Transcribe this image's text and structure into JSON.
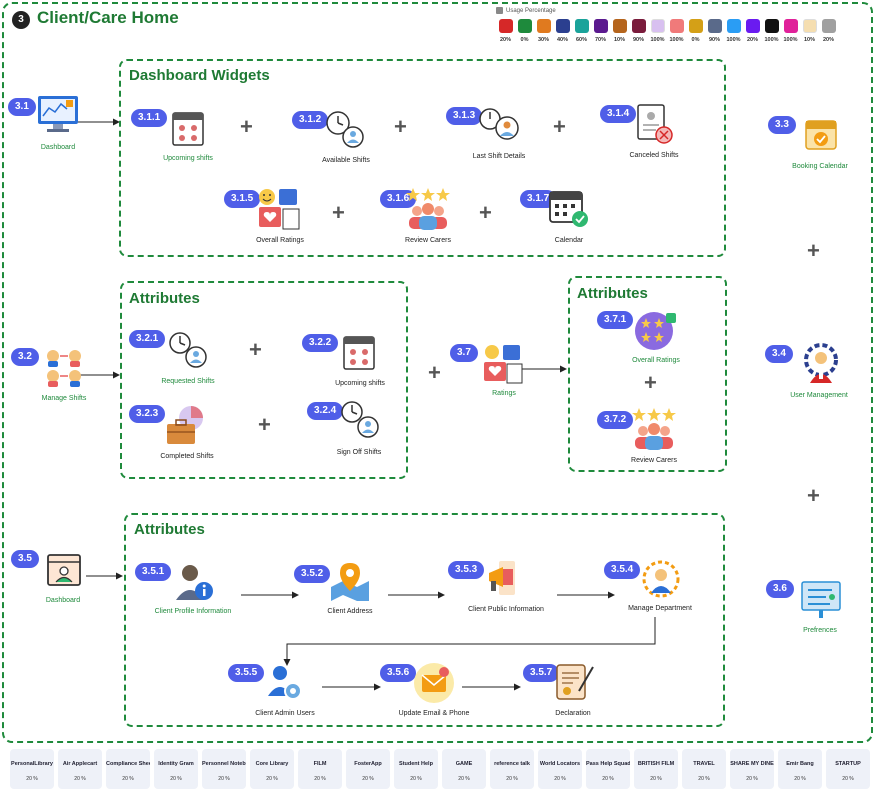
{
  "title": {
    "number": "3",
    "text": "Client/Care Home"
  },
  "legend": {
    "title": "Usage Percentage",
    "items": [
      {
        "color": "#d62828",
        "pct": "20%"
      },
      {
        "color": "#1e8a3c",
        "pct": "0%"
      },
      {
        "color": "#e07a1f",
        "pct": "30%"
      },
      {
        "color": "#2b3f8f",
        "pct": "40%"
      },
      {
        "color": "#1aa39a",
        "pct": "60%"
      },
      {
        "color": "#5b1a8f",
        "pct": "70%"
      },
      {
        "color": "#b5651d",
        "pct": "10%"
      },
      {
        "color": "#7a1c3c",
        "pct": "90%"
      },
      {
        "color": "#d8c0f0",
        "pct": "100%"
      },
      {
        "color": "#f07a7a",
        "pct": "100%"
      },
      {
        "color": "#d4a017",
        "pct": "0%"
      },
      {
        "color": "#5a6a8a",
        "pct": "90%"
      },
      {
        "color": "#2a9df4",
        "pct": "100%"
      },
      {
        "color": "#6a1bf0",
        "pct": "20%"
      },
      {
        "color": "#111111",
        "pct": "100%"
      },
      {
        "color": "#e0219a",
        "pct": "100%"
      },
      {
        "color": "#f5deb0",
        "pct": "10%"
      },
      {
        "color": "#a0a0a0",
        "pct": "20%"
      }
    ]
  },
  "nodes": {
    "n31": {
      "badge": "3.1",
      "label": "Dashboard"
    },
    "n32": {
      "badge": "3.2",
      "label": "Manage Shifts"
    },
    "n33": {
      "badge": "3.3",
      "label": "Booking Calendar"
    },
    "n34": {
      "badge": "3.4",
      "label": "User Management"
    },
    "n35": {
      "badge": "3.5",
      "label": "Dashboard"
    },
    "n36": {
      "badge": "3.6",
      "label": "Prefrences"
    },
    "n37": {
      "badge": "3.7",
      "label": "Ratings"
    }
  },
  "group_widgets": {
    "title": "Dashboard Widgets",
    "items": [
      {
        "badge": "3.1.1",
        "label": "Upcoming shifts"
      },
      {
        "badge": "3.1.2",
        "label": "Available Shifts"
      },
      {
        "badge": "3.1.3",
        "label": "Last Shift Details"
      },
      {
        "badge": "3.1.4",
        "label": "Canceled Shifts"
      },
      {
        "badge": "3.1.5",
        "label": "Overall Ratings"
      },
      {
        "badge": "3.1.6",
        "label": "Review Carers"
      },
      {
        "badge": "3.1.7",
        "label": "Calendar"
      }
    ]
  },
  "group_shifts": {
    "title": "Attributes",
    "items": [
      {
        "badge": "3.2.1",
        "label": "Requested Shifts"
      },
      {
        "badge": "3.2.2",
        "label": "Upcoming shifts"
      },
      {
        "badge": "3.2.3",
        "label": "Completed Shifts"
      },
      {
        "badge": "3.2.4",
        "label": "Sign Off Shifts"
      }
    ]
  },
  "group_ratings": {
    "title": "Attributes",
    "items": [
      {
        "badge": "3.7.1",
        "label": "Overall Ratings"
      },
      {
        "badge": "3.7.2",
        "label": "Review Carers"
      }
    ]
  },
  "group_profile": {
    "title": "Attributes",
    "items": [
      {
        "badge": "3.5.1",
        "label": "Client Profile Information"
      },
      {
        "badge": "3.5.2",
        "label": "Client Address"
      },
      {
        "badge": "3.5.3",
        "label": "Client Public Information"
      },
      {
        "badge": "3.5.4",
        "label": "Manage Department"
      },
      {
        "badge": "3.5.5",
        "label": "Client Admin Users"
      },
      {
        "badge": "3.5.6",
        "label": "Update Email & Phone"
      },
      {
        "badge": "3.5.7",
        "label": "Declaration"
      }
    ]
  },
  "logos": [
    {
      "name": "PersonalLibrary",
      "pct": "20 %"
    },
    {
      "name": "Air Applecart",
      "pct": "20 %"
    },
    {
      "name": "Compliance Sheet",
      "pct": "20 %"
    },
    {
      "name": "Identity Gram",
      "pct": "20 %"
    },
    {
      "name": "Personnel Notebook",
      "pct": "20 %"
    },
    {
      "name": "Core Library",
      "pct": "20 %"
    },
    {
      "name": "FILM",
      "pct": "20 %"
    },
    {
      "name": "FosterApp",
      "pct": "20 %"
    },
    {
      "name": "Student Help",
      "pct": "20 %"
    },
    {
      "name": "GAME",
      "pct": "20 %"
    },
    {
      "name": "reference talk",
      "pct": "20 %"
    },
    {
      "name": "World Locators",
      "pct": "20 %"
    },
    {
      "name": "Pass Help Squad",
      "pct": "20 %"
    },
    {
      "name": "BRITISH FILM",
      "pct": "20 %"
    },
    {
      "name": "TRAVEL",
      "pct": "20 %"
    },
    {
      "name": "SHARE MY DINE",
      "pct": "20 %"
    },
    {
      "name": "Emir Bang",
      "pct": "20 %"
    },
    {
      "name": "STARTUP",
      "pct": "20 %"
    }
  ]
}
